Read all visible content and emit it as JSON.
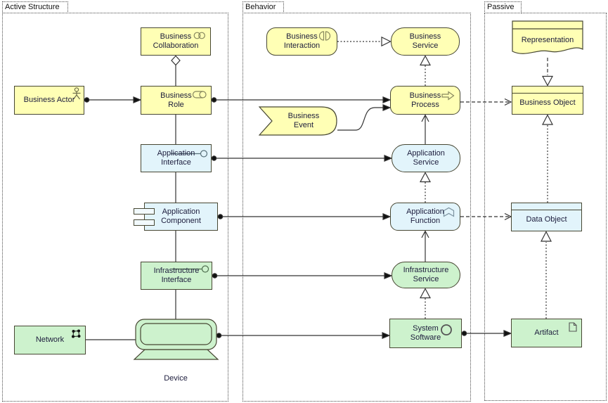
{
  "diagram": {
    "groups": {
      "active_structure": {
        "label": "Active Structure"
      },
      "behavior": {
        "label": "Behavior"
      },
      "passive": {
        "label": "Passive"
      }
    },
    "elements": {
      "business_collaboration": {
        "label": "Business\nCollaboration"
      },
      "business_actor": {
        "label": "Business Actor"
      },
      "business_role": {
        "label": "Business\nRole"
      },
      "application_interface": {
        "label": "Application\nInterface"
      },
      "application_component": {
        "label": "Application\nComponent"
      },
      "infrastructure_interface": {
        "label": "Infrastructure\nInterface"
      },
      "network": {
        "label": "Network"
      },
      "device": {
        "label": "Device"
      },
      "business_interaction": {
        "label": "Business\nInteraction"
      },
      "business_service": {
        "label": "Business\nService"
      },
      "business_event": {
        "label": "Business\nEvent"
      },
      "business_process": {
        "label": "Business\nProcess"
      },
      "application_service": {
        "label": "Application\nService"
      },
      "application_function": {
        "label": "Application\nFunction"
      },
      "infrastructure_service": {
        "label": "Infrastructure\nService"
      },
      "system_software": {
        "label": "System\nSoftware"
      },
      "representation": {
        "label": "Representation"
      },
      "business_object": {
        "label": "Business Object"
      },
      "data_object": {
        "label": "Data Object"
      },
      "artifact": {
        "label": "Artifact"
      }
    },
    "colors": {
      "business_fill": "#ffffb5",
      "application_fill": "#e2f4fb",
      "technology_fill": "#cdf2cd",
      "element_border": "#474733",
      "text": "#1c1c3c",
      "connector": "#333333"
    }
  }
}
